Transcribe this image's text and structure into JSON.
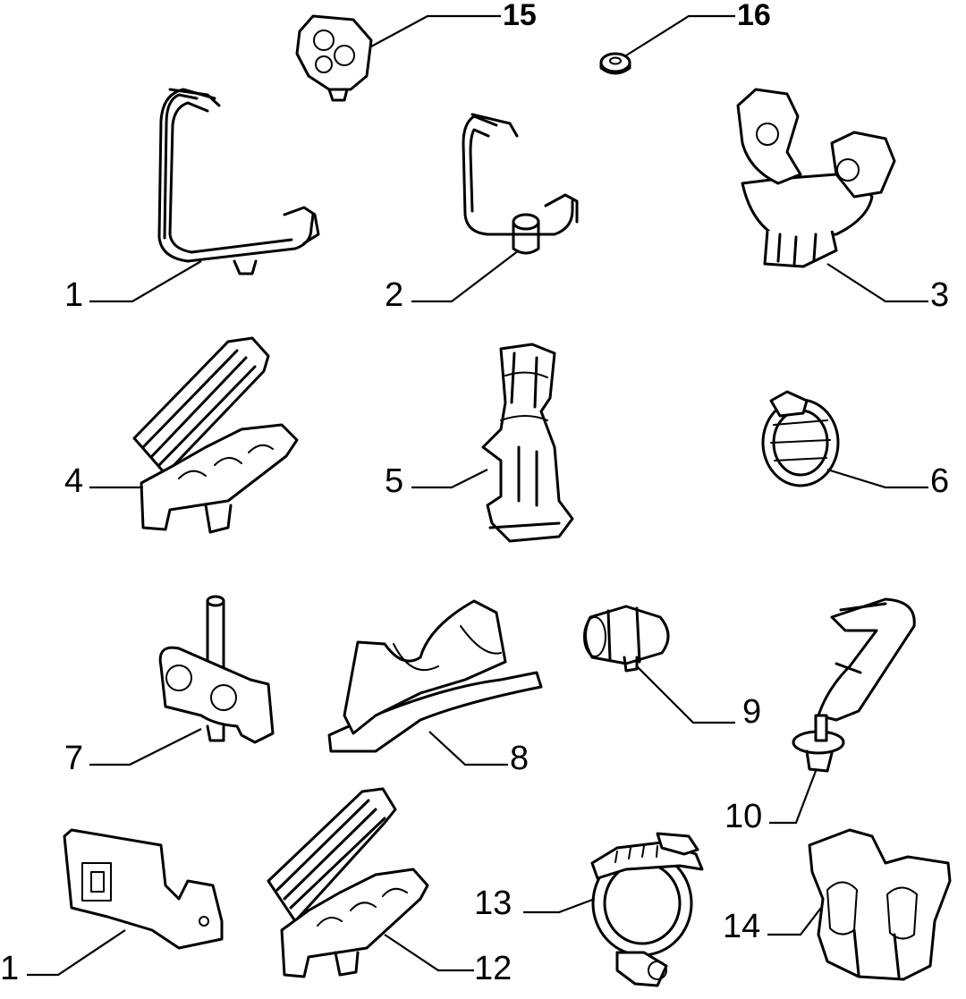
{
  "callouts": [
    {
      "id": "c1",
      "label": "1"
    },
    {
      "id": "c2",
      "label": "2"
    },
    {
      "id": "c3",
      "label": "3"
    },
    {
      "id": "c4",
      "label": "4"
    },
    {
      "id": "c5",
      "label": "5"
    },
    {
      "id": "c6",
      "label": "6"
    },
    {
      "id": "c7",
      "label": "7"
    },
    {
      "id": "c8",
      "label": "8"
    },
    {
      "id": "c9",
      "label": "9"
    },
    {
      "id": "c10",
      "label": "10"
    },
    {
      "id": "c11",
      "label": "1"
    },
    {
      "id": "c12",
      "label": "12"
    },
    {
      "id": "c13",
      "label": "13"
    },
    {
      "id": "c14",
      "label": "14"
    },
    {
      "id": "c15",
      "label": "15"
    },
    {
      "id": "c16",
      "label": "16"
    }
  ]
}
